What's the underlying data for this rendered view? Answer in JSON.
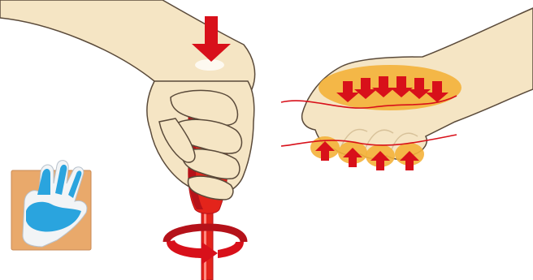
{
  "colors": {
    "background": "#ffffff",
    "skin": "#f5e5c4",
    "skin_shadow": "#d8c29a",
    "outline": "#5a4a3a",
    "arrow_red": "#d8101a",
    "handle_red": "#e3241b",
    "handle_dark": "#b5121a",
    "pressure_orange": "#f4b13a",
    "glove_blue": "#2aa4de",
    "glove_frame": "#e9a96b",
    "glove_white": "#f2f4f6"
  },
  "figures": {
    "screwdriver_grip": {
      "icons": [
        "hand",
        "screwdriver",
        "downward-force-arrow",
        "rotation-arrow"
      ]
    },
    "palm_pressure_map": {
      "icons": [
        "open-hand",
        "pressure-zone",
        "force-arrow",
        "contour-line"
      ]
    },
    "glove_inset": {
      "icons": [
        "glove"
      ]
    }
  }
}
